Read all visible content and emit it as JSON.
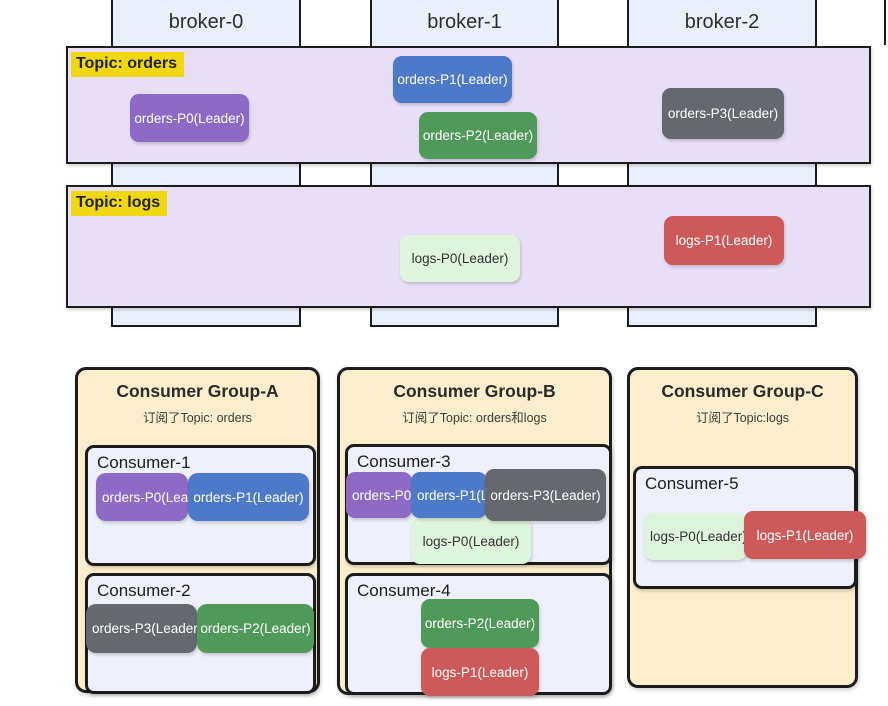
{
  "colors": {
    "purple": "#8d6ac6",
    "blue": "#4d7ac8",
    "green": "#4f9959",
    "gray": "#65686e",
    "light_green": "#dff4dd",
    "red": "#cd5a58",
    "band_lavender": "#e8dff6",
    "label_yellow": "#f0d713",
    "broker_fill": "#e9effb",
    "group_fill": "#fbeecd",
    "consumer_fill": "#eef1fb"
  },
  "brokers": [
    {
      "label": "broker-0"
    },
    {
      "label": "broker-1"
    },
    {
      "label": "broker-2"
    }
  ],
  "topics": [
    {
      "label": "Topic: orders",
      "partitions": [
        {
          "label": "orders-P0(Leader)",
          "color": "purple",
          "broker": "broker-0"
        },
        {
          "label": "orders-P1(Leader)",
          "color": "blue",
          "broker": "broker-1"
        },
        {
          "label": "orders-P2(Leader)",
          "color": "green",
          "broker": "broker-1"
        },
        {
          "label": "orders-P3(Leader)",
          "color": "gray",
          "broker": "broker-2"
        }
      ]
    },
    {
      "label": "Topic: logs",
      "partitions": [
        {
          "label": "logs-P0(Leader)",
          "color": "light_green",
          "broker": "broker-1"
        },
        {
          "label": "logs-P1(Leader)",
          "color": "red",
          "broker": "broker-2"
        }
      ]
    }
  ],
  "consumer_groups": [
    {
      "title": "Consumer Group-A",
      "subtitle": "订阅了Topic: orders",
      "consumers": [
        {
          "label": "Consumer-1",
          "assigned": [
            {
              "label": "orders-P0(Leader)",
              "color": "purple"
            },
            {
              "label": "orders-P1(Leader)",
              "color": "blue"
            }
          ]
        },
        {
          "label": "Consumer-2",
          "assigned": [
            {
              "label": "orders-P3(Leader)",
              "color": "gray"
            },
            {
              "label": "orders-P2(Leader)",
              "color": "green"
            }
          ]
        }
      ]
    },
    {
      "title": "Consumer Group-B",
      "subtitle": "订阅了Topic: orders和logs",
      "consumers": [
        {
          "label": "Consumer-3",
          "assigned": [
            {
              "label": "orders-P0(Leader)",
              "color": "purple"
            },
            {
              "label": "orders-P1(Leader)",
              "color": "blue"
            },
            {
              "label": "orders-P3(Leader)",
              "color": "gray"
            },
            {
              "label": "logs-P0(Leader)",
              "color": "light_green"
            }
          ]
        },
        {
          "label": "Consumer-4",
          "assigned": [
            {
              "label": "orders-P2(Leader)",
              "color": "green"
            },
            {
              "label": "logs-P1(Leader)",
              "color": "red"
            }
          ]
        }
      ]
    },
    {
      "title": "Consumer Group-C",
      "subtitle": "订阅了Topic:logs",
      "consumers": [
        {
          "label": "Consumer-5",
          "assigned": [
            {
              "label": "logs-P0(Leader)",
              "color": "light_green"
            },
            {
              "label": "logs-P1(Leader)",
              "color": "red"
            }
          ]
        }
      ]
    }
  ]
}
